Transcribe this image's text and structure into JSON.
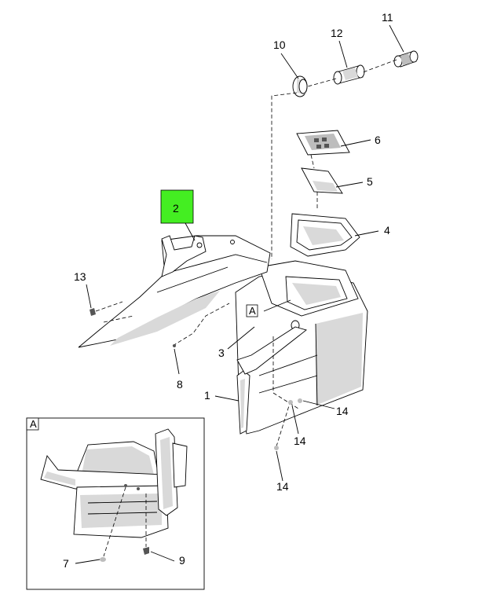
{
  "highlight_color": "#44ee22",
  "callouts": {
    "c1": "1",
    "c2": "2",
    "c3": "3",
    "c4": "4",
    "c5": "5",
    "c6": "6",
    "c7": "7",
    "c8": "8",
    "c9": "9",
    "c10": "10",
    "c11": "11",
    "c12": "12",
    "c13": "13",
    "c14a": "14",
    "c14b": "14",
    "c14c": "14"
  },
  "detail_refs": {
    "main_ref": "A",
    "inset_title": "A"
  }
}
